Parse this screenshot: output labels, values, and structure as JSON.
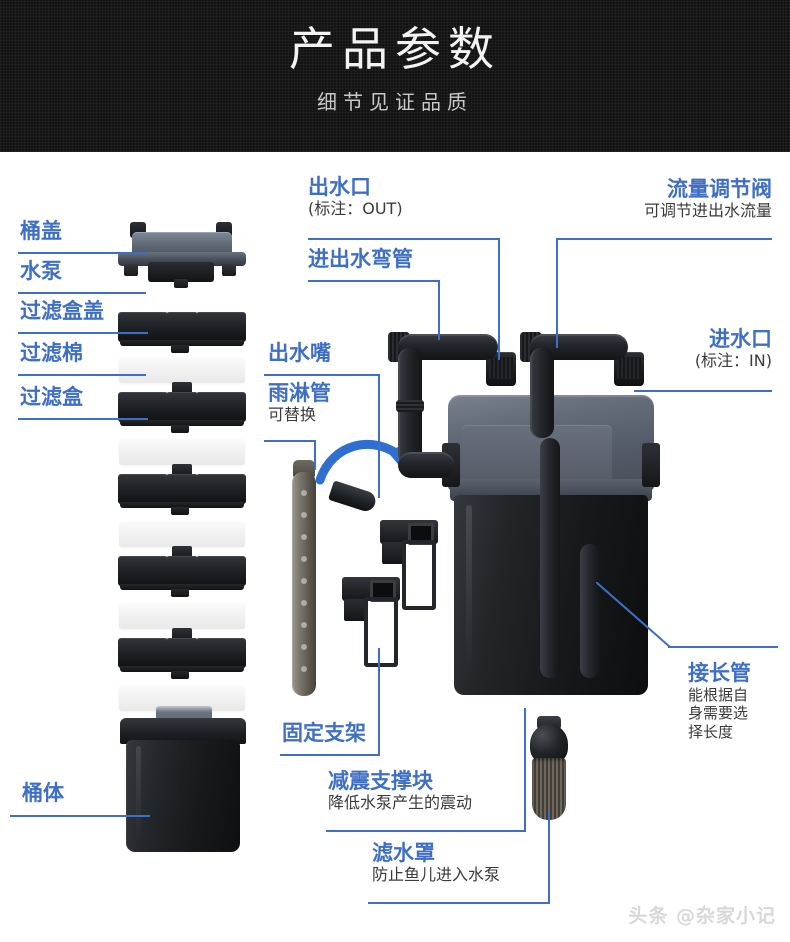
{
  "header": {
    "title": "产品参数",
    "subtitle": "细节见证品质"
  },
  "labels": {
    "lid": "桶盖",
    "pump": "水泵",
    "filter_box_cover": "过滤盒盖",
    "filter_cotton": "过滤棉",
    "filter_box": "过滤盒",
    "bucket_body": "桶体",
    "outlet": "出水口",
    "outlet_note": "(标注：OUT)",
    "elbow_pipe": "进出水弯管",
    "outlet_nozzle": "出水嘴",
    "rain_pipe": "雨淋管",
    "rain_pipe_note": "可替换",
    "flow_valve": "流量调节阀",
    "flow_valve_note": "可调节进出水流量",
    "inlet": "进水口",
    "inlet_note": "(标注：IN)",
    "extension_pipe": "接长管",
    "extension_pipe_note": "能根据自\n身需要选\n择长度",
    "extension_pipe_note_l1": "能根据自",
    "extension_pipe_note_l2": "身需要选",
    "extension_pipe_note_l3": "择长度",
    "fixed_bracket": "固定支架",
    "damping_block": "减震支撑块",
    "damping_block_note": "降低水泵产生的震动",
    "strainer": "滤水罩",
    "strainer_note": "防止鱼儿进入水泵"
  },
  "watermark": "头条 @杂家小记",
  "colors": {
    "accent_blue": "#3f6fc4",
    "note_gray": "#3b3b3b",
    "header_bg": "#131313",
    "header_title": "#f3f3f3",
    "header_sub": "#c9c9c9",
    "housing_gray": "#5d6673",
    "body_black": "#17191c",
    "watermark_gray": "#d8d8d8"
  }
}
